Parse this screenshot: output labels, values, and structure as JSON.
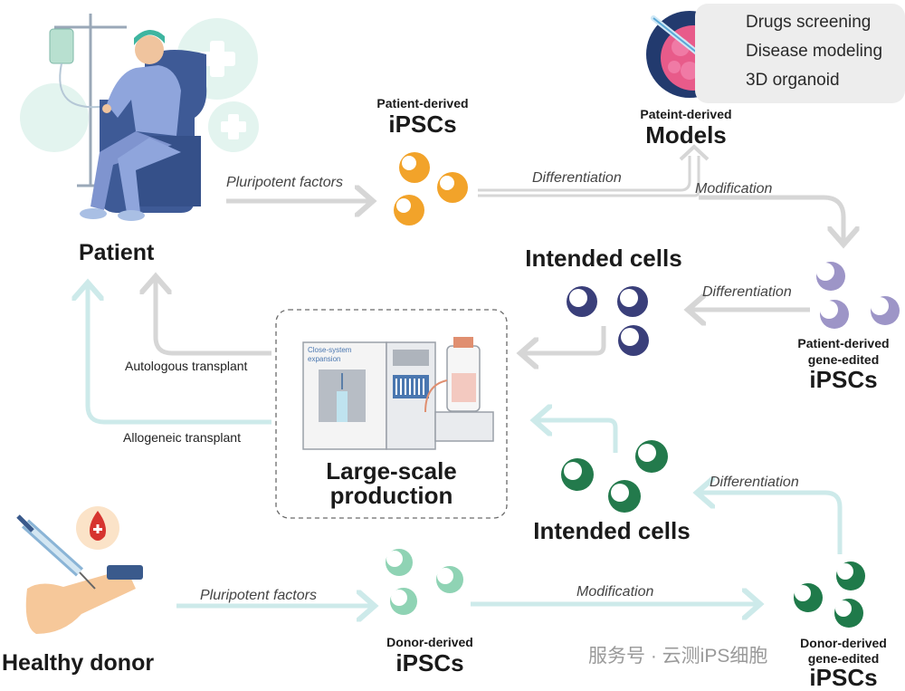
{
  "patient": {
    "label": "Patient"
  },
  "healthy_donor": {
    "label": "Healthy donor"
  },
  "patient_ipscs": {
    "line1": "Patient-derived",
    "line2": "iPSCs"
  },
  "patient_models": {
    "line1": "Pateint-derived",
    "line2": "Models"
  },
  "applications": [
    "Drugs screening",
    "Disease modeling",
    "3D organoid"
  ],
  "patient_edited": {
    "line1": "Patient-derived",
    "line2": "gene-edited",
    "line3": "iPSCs"
  },
  "donor_ipscs": {
    "line1": "Donor-derived",
    "line2": "iPSCs"
  },
  "donor_edited": {
    "line1": "Donor-derived",
    "line2": "gene-edited",
    "line3": "iPSCs"
  },
  "intended_cells_top": "Intended cells",
  "intended_cells_bottom": "Intended cells",
  "production": {
    "line1": "Large-scale",
    "line2": "production",
    "machine_text_1": "Close-system",
    "machine_text_2": "expansion"
  },
  "arrows": {
    "pluripotent_top": "Pluripotent factors",
    "pluripotent_bottom": "Pluripotent factors",
    "differentiation_models": "Differentiation",
    "modification_top": "Modification",
    "differentiation_patient_cells": "Differentiation",
    "differentiation_donor_cells": "Differentiation",
    "modification_bottom": "Modification",
    "autologous": "Autologous transplant",
    "allogeneic": "Allogeneic transplant"
  },
  "watermark": "服务号 · 云测iPS细胞",
  "colors": {
    "patient_ipsc": "#f2a32a",
    "edited_patient_ipsc": "#9d95c7",
    "intended_patient": "#3a3f7a",
    "donor_ipsc": "#8fd3b4",
    "donor_edited": "#1f7a4a",
    "intended_donor": "#237a4c",
    "arrow_grey": "#d6d6d6",
    "arrow_teal": "#cdeaea"
  }
}
